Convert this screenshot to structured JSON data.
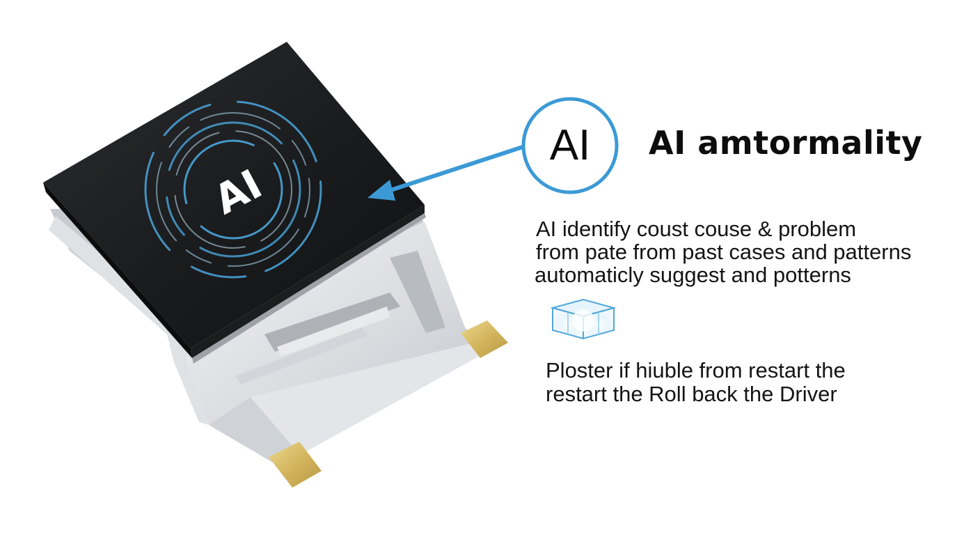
{
  "chip": {
    "label": "AI"
  },
  "badge": {
    "label": "AI"
  },
  "headline": "AI amtormality",
  "description": [
    "AI identify coust couse &  problem",
    "from pate  from past cases and patterns",
    "automaticly suggest and potterns"
  ],
  "action_icon": "translucent-cube-icon",
  "steps": [
    "Ploster if hiuble from restart  the",
    "restart  the Roll back the Driver"
  ],
  "colors": {
    "accent": "#3b9ad6",
    "chip_top": "#1b1c1e",
    "contacts": "#d6b968"
  }
}
